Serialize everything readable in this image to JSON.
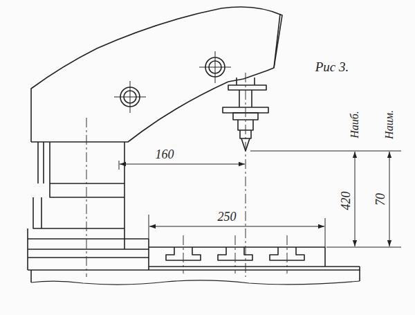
{
  "diagram": {
    "labels": [
      "Рис 3.",
      "160",
      "250",
      "420",
      "70",
      "Наиб.",
      "Наим."
    ]
  }
}
